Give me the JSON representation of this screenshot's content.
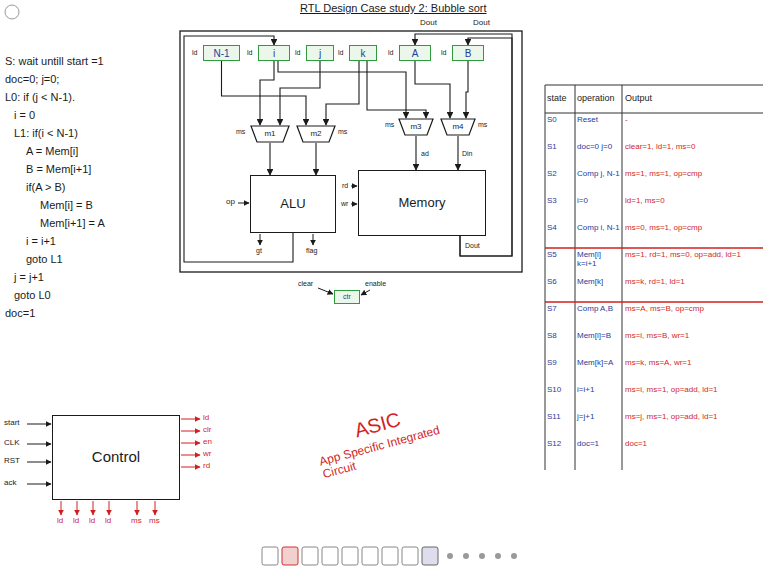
{
  "diagram": {
    "title": "RTL Design Case study 2: Bubble sort",
    "nodes": [
      {
        "text": [
          "N-1"
        ]
      },
      {
        "text": [
          "i"
        ]
      },
      {
        "text": [
          "j"
        ]
      },
      {
        "text": [
          "k"
        ]
      },
      {
        "text": [
          "A"
        ]
      },
      {
        "text": [
          "B"
        ]
      },
      {
        "text": [
          "m1"
        ]
      },
      {
        "text": [
          "m2"
        ]
      },
      {
        "text": [
          "ALU"
        ]
      },
      {
        "text": [
          "m3"
        ]
      },
      {
        "text": [
          "m4"
        ]
      },
      {
        "text": [
          "Memory"
        ]
      },
      {
        "text": [
          "ctr"
        ]
      },
      {
        "text": [
          "Control"
        ]
      }
    ],
    "edges": [
      {
        "from": 1,
        "to": 6,
        "arrow": "to"
      },
      {
        "from": 2,
        "to": 6,
        "arrow": "to"
      },
      {
        "from": 0,
        "to": 7,
        "arrow": "to"
      },
      {
        "from": 3,
        "to": 7,
        "arrow": "to"
      },
      {
        "from": 1,
        "to": 9,
        "arrow": "to"
      },
      {
        "from": 3,
        "to": 9,
        "arrow": "to"
      },
      {
        "from": 4,
        "to": 10,
        "arrow": "to"
      },
      {
        "from": 5,
        "to": 10,
        "arrow": "to"
      },
      {
        "from": 6,
        "to": 8,
        "arrow": "to"
      },
      {
        "from": 7,
        "to": 8,
        "arrow": "to"
      },
      {
        "from": 9,
        "to": 11,
        "arrow": "to"
      },
      {
        "from": 10,
        "to": 11,
        "arrow": "to"
      },
      {
        "from": 8,
        "to": 1,
        "arrow": "to"
      },
      {
        "from": 11,
        "to": 4,
        "arrow": "to"
      },
      {
        "from": 11,
        "to": 5,
        "arrow": "to"
      }
    ],
    "labels": [
      "S: wait untill start =1",
      "doc=0; j=0;",
      "L0: if (j < N-1).",
      "i = 0",
      "L1: if(i < N-1)",
      "A = Mem[i]",
      "B = Mem[i+1]",
      "if(A > B)",
      "Mem[i] = B",
      "Mem[i+1] = A",
      "i = i+1",
      "goto L1",
      "j = j+1",
      "goto L0",
      "doc=1",
      "ld",
      "ld",
      "ld",
      "ld",
      "ld",
      "ld",
      "Dout",
      "Dout",
      "ms",
      "ms",
      "ms",
      "ms",
      "op",
      "gt",
      "flag",
      "ad",
      "Din",
      "rd",
      "wr",
      "Dout",
      "clear",
      "enable",
      "start",
      "CLK",
      "RST",
      "ack",
      "ld",
      "clr",
      "en",
      "wr",
      "rd",
      "ld",
      "ld",
      "ld",
      "ld",
      "ms",
      "ms",
      "ASIC",
      "App Specific Integrated Circuit",
      "state",
      "operation",
      "Output",
      "S0",
      "Reset",
      "-",
      "S1",
      "doc=0 j=0",
      "clear=1, ld=1, ms=0",
      "S2",
      "Comp j, N-1",
      "ms=1, ms=1, op=cmp",
      "S3",
      "i=0",
      "ld=1, ms=0",
      "S4",
      "Comp i, N-1",
      "ms=0, ms=1, op=cmp",
      "S5",
      "Mem[i] k=i+1",
      "ms=1, rd=1, ms=0, op=add, ld=1",
      "S6",
      "Mem[k]",
      "ms=k, rd=1, ld=1",
      "S7",
      "Comp A,B",
      "ms=A, ms=B, op=cmp",
      "S8",
      "Mem[i]=B",
      "ms=i, ms=B, wr=1",
      "S9",
      "Mem[k]=A",
      "ms=k, ms=A, wr=1",
      "S10",
      "i=i+1",
      "ms=i, ms=1, op=add, ld=1",
      "S11",
      "j=j+1",
      "ms=j, ms=1, op=add, ld=1",
      "S12",
      "doc=1",
      "doc=1"
    ]
  }
}
